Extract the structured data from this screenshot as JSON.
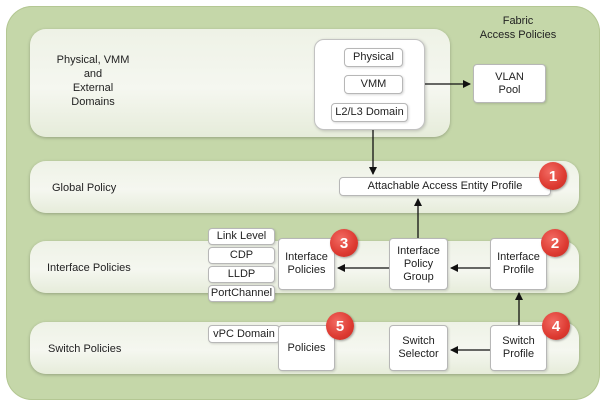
{
  "title": {
    "line1": "Fabric",
    "line2": "Access Policies"
  },
  "bands": {
    "domains": {
      "line1": "Physical, VMM",
      "line2": "and",
      "line3": "External",
      "line4": "Domains"
    },
    "global": "Global Policy",
    "interface": "Interface Policies",
    "switch": "Switch Policies"
  },
  "nodes": {
    "physical": "Physical",
    "vmm": "VMM",
    "l2l3": "L2/L3 Domain",
    "vlan_pool": {
      "line1": "VLAN",
      "line2": "Pool"
    },
    "aaep": "Attachable Access Entity Profile",
    "link_level": "Link Level",
    "cdp": "CDP",
    "lldp": "LLDP",
    "port_channel": "PortChannel",
    "interface_policies": {
      "line1": "Interface",
      "line2": "Policies"
    },
    "interface_policy_group": {
      "line1": "Interface",
      "line2": "Policy",
      "line3": "Group"
    },
    "interface_profile": {
      "line1": "Interface",
      "line2": "Profile"
    },
    "vpc_domain": "vPC Domain",
    "policies": "Policies",
    "switch_selector": {
      "line1": "Switch",
      "line2": "Selector"
    },
    "switch_profile": {
      "line1": "Switch",
      "line2": "Profile"
    }
  },
  "badges": [
    "1",
    "2",
    "3",
    "4",
    "5"
  ],
  "colors": {
    "background": "#c5d7a9",
    "badge": "#dd3a31",
    "band": "#f5f7f0"
  }
}
